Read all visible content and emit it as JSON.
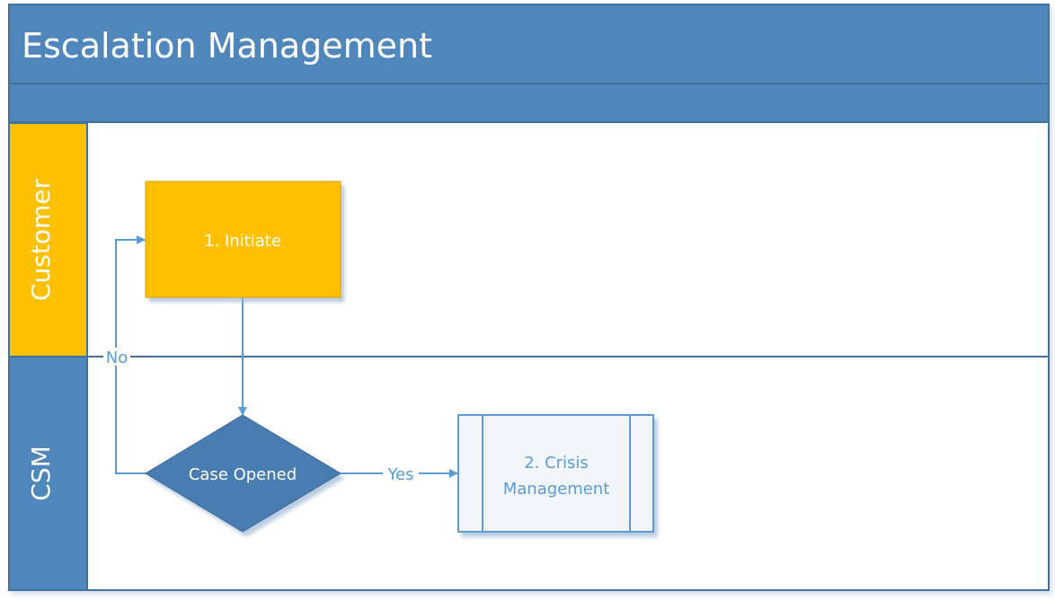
{
  "title": "Escalation Management",
  "lanes": [
    {
      "label": "Customer"
    },
    {
      "label": "CSM"
    }
  ],
  "nodes": {
    "initiate": {
      "label": "1. Initiate"
    },
    "case_opened": {
      "label": "Case Opened"
    },
    "crisis": {
      "line1": "2. Crisis",
      "line2": "Management"
    }
  },
  "edges": {
    "yes": "Yes",
    "no": "No"
  },
  "colors": {
    "header": "#4f87bd",
    "lane_border": "#41719c",
    "customer_lane": "#ffc000",
    "csm_lane": "#4f87bd",
    "diamond": "#4a7bb0",
    "subprocess_fill": "#f2f5fa",
    "connector": "#5b9bd5"
  }
}
